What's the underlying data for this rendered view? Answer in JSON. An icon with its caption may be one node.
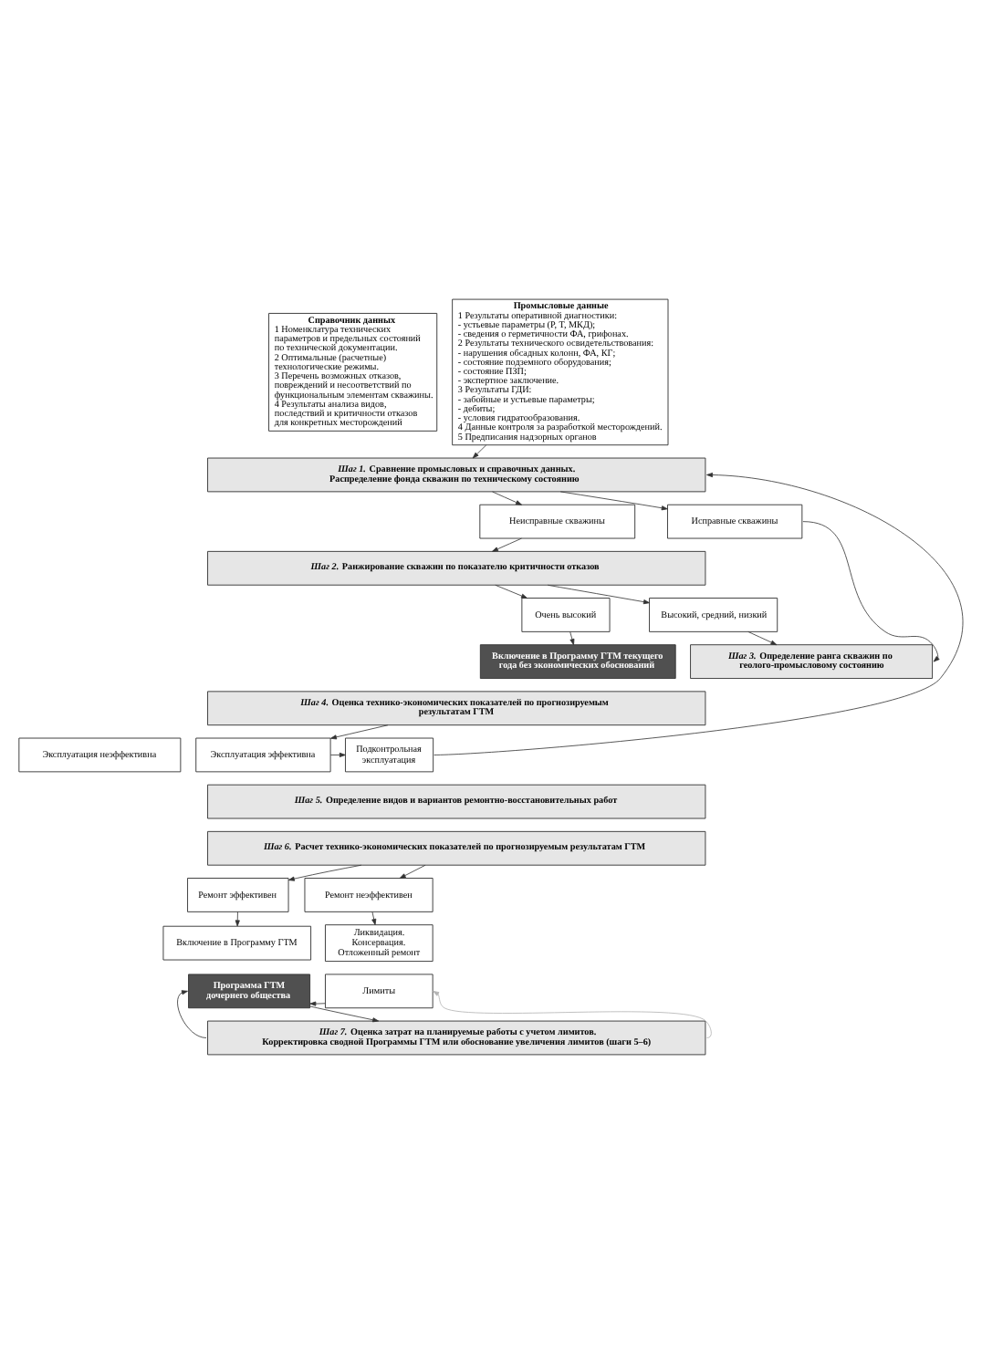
{
  "diagram": {
    "nodes": [
      {
        "text": [
          "Справочник данных",
          "1 Номенклатура технических параметров и предельных состояний по технической документации.",
          "2 Оптимальные (расчетные) технологические режимы.",
          "3 Перечень возможных отказов, повреждений и несоответствий по функциональным элементам скважины.",
          "4 Результаты анализа видов, последствий и критичности отказов для конкретных месторождений"
        ]
      },
      {
        "text": [
          "Промысловые данные",
          "1 Результаты оперативной диагностики:",
          "- устьевые параметры (P, T, МКД);",
          "- сведения о герметичности ФА, грифонах.",
          "2 Результаты технического освидетельствования:",
          "- нарушения обсадных колонн, ФА, КГ;",
          "- состояние подземного оборудования;",
          "- состояние ПЗП;",
          "- экспертное заключение.",
          "3 Результаты ГДИ:",
          "- забойные и устьевые параметры;",
          "- дебиты;",
          "- условия гидратообразования.",
          "4 Данные контроля за разработкой месторождений.",
          "5 Предписания надзорных органов"
        ]
      },
      {
        "text": [
          "*Шаг 1.* Сравнение промысловых и справочных данных. Распределение фонда скважин по техническому состоянию"
        ]
      },
      {
        "text": [
          "Неисправные скважины"
        ]
      },
      {
        "text": [
          "Исправные скважины"
        ]
      },
      {
        "text": [
          "*Шаг 2.* Ранжирование скважин по показателю критичности отказов"
        ]
      },
      {
        "text": [
          "Очень высокий"
        ]
      },
      {
        "text": [
          "Высокий, средний, низкий"
        ]
      },
      {
        "text": [
          "Включение в Программу ГТМ текущего года без экономических обоснований"
        ]
      },
      {
        "text": [
          "*Шаг 3.* Определение ранга скважин по геолого-промысловому состоянию"
        ]
      },
      {
        "text": [
          "*Шаг 4.* Оценка технико-экономических показателей по прогнозируемым результатам ГТМ"
        ]
      },
      {
        "text": [
          "Эксплуатация неэффективна"
        ]
      },
      {
        "text": [
          "Эксплуатация эффективна"
        ]
      },
      {
        "text": [
          "Подконтрольная эксплуатация"
        ]
      },
      {
        "text": [
          "*Шаг 5.* Определение видов и вариантов ремонтно-восстановительных работ"
        ]
      },
      {
        "text": [
          "*Шаг 6.* Расчет технико-экономических показателей по прогнозируемым результатам ГТМ"
        ]
      },
      {
        "text": [
          "Ремонт эффективен"
        ]
      },
      {
        "text": [
          "Ремонт неэффективен"
        ]
      },
      {
        "text": [
          "Включение в Программу ГТМ"
        ]
      },
      {
        "text": [
          "Ликвидация. Консервация. Отложенный ремонт"
        ]
      },
      {
        "text": [
          "Программа ГТМ дочернего общества"
        ]
      },
      {
        "text": [
          "Лимиты"
        ]
      },
      {
        "text": [
          "*Шаг 7.* Оценка затрат на планируемые работы с учетом лимитов. Корректировка сводной Программы ГТМ или обоснование увеличения лимитов (шаги 5–6)"
        ]
      }
    ],
    "edges": [
      {
        "from": 1,
        "to": 2,
        "arrow": "to"
      },
      {
        "from": 2,
        "to": 3,
        "arrow": "to"
      },
      {
        "from": 2,
        "to": 4,
        "arrow": "to"
      },
      {
        "from": 3,
        "to": 5,
        "arrow": "to"
      },
      {
        "from": 4,
        "to": 9,
        "arrow": "to"
      },
      {
        "from": 5,
        "to": 6,
        "arrow": "to"
      },
      {
        "from": 5,
        "to": 7,
        "arrow": "to"
      },
      {
        "from": 6,
        "to": 8,
        "arrow": "to"
      },
      {
        "from": 7,
        "to": 9,
        "arrow": "to"
      },
      {
        "from": 10,
        "to": 12,
        "arrow": "to"
      },
      {
        "from": 12,
        "to": 13,
        "arrow": "to"
      },
      {
        "from": 13,
        "to": 2,
        "arrow": "to"
      },
      {
        "from": 15,
        "to": 16,
        "arrow": "to"
      },
      {
        "from": 15,
        "to": 17,
        "arrow": "to"
      },
      {
        "from": 16,
        "to": 18,
        "arrow": "to"
      },
      {
        "from": 17,
        "to": 19,
        "arrow": "to"
      },
      {
        "from": 21,
        "to": 20,
        "arrow": "to"
      },
      {
        "from": 20,
        "to": 22,
        "arrow": "to"
      },
      {
        "from": 22,
        "to": 20,
        "arrow": "to"
      },
      {
        "from": 22,
        "to": 21,
        "arrow": "to",
        "color": "#b3b3b3"
      }
    ]
  }
}
